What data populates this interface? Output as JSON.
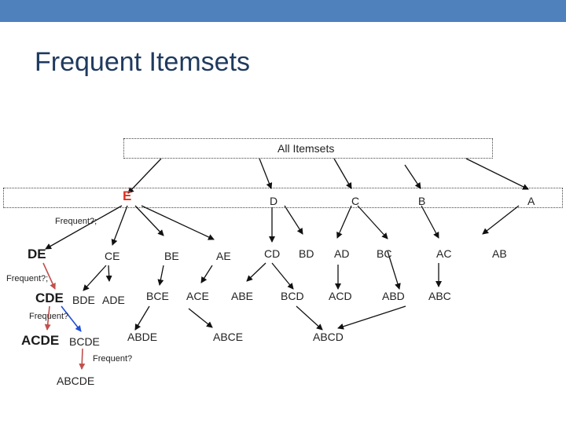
{
  "slide": {
    "title": "Frequent Itemsets",
    "accent_color": "#4f81bd",
    "title_color": "#1f3a5f",
    "highlight_color": "#e1301f",
    "arrow_red": "#c0504d",
    "arrow_blue": "#1f4fd6"
  },
  "lattice": {
    "root": "All Itemsets",
    "level1": [
      "E",
      "D",
      "C",
      "B",
      "A"
    ],
    "level2": [
      "DE",
      "CE",
      "BE",
      "AE",
      "CD",
      "BD",
      "AD",
      "BC",
      "AC",
      "AB"
    ],
    "level3": [
      "CDE",
      "BDE",
      "ADE",
      "BCE",
      "ACE",
      "ABE",
      "BCD",
      "ACD",
      "ABD",
      "ABC"
    ],
    "level4": [
      "ACDE",
      "BCDE",
      "ABDE",
      "ABCE",
      "ABCD"
    ],
    "level5": [
      "ABCDE"
    ],
    "questions": [
      "Frequent?;",
      "Frequent?;",
      "Frequent?",
      "Frequent?"
    ]
  }
}
